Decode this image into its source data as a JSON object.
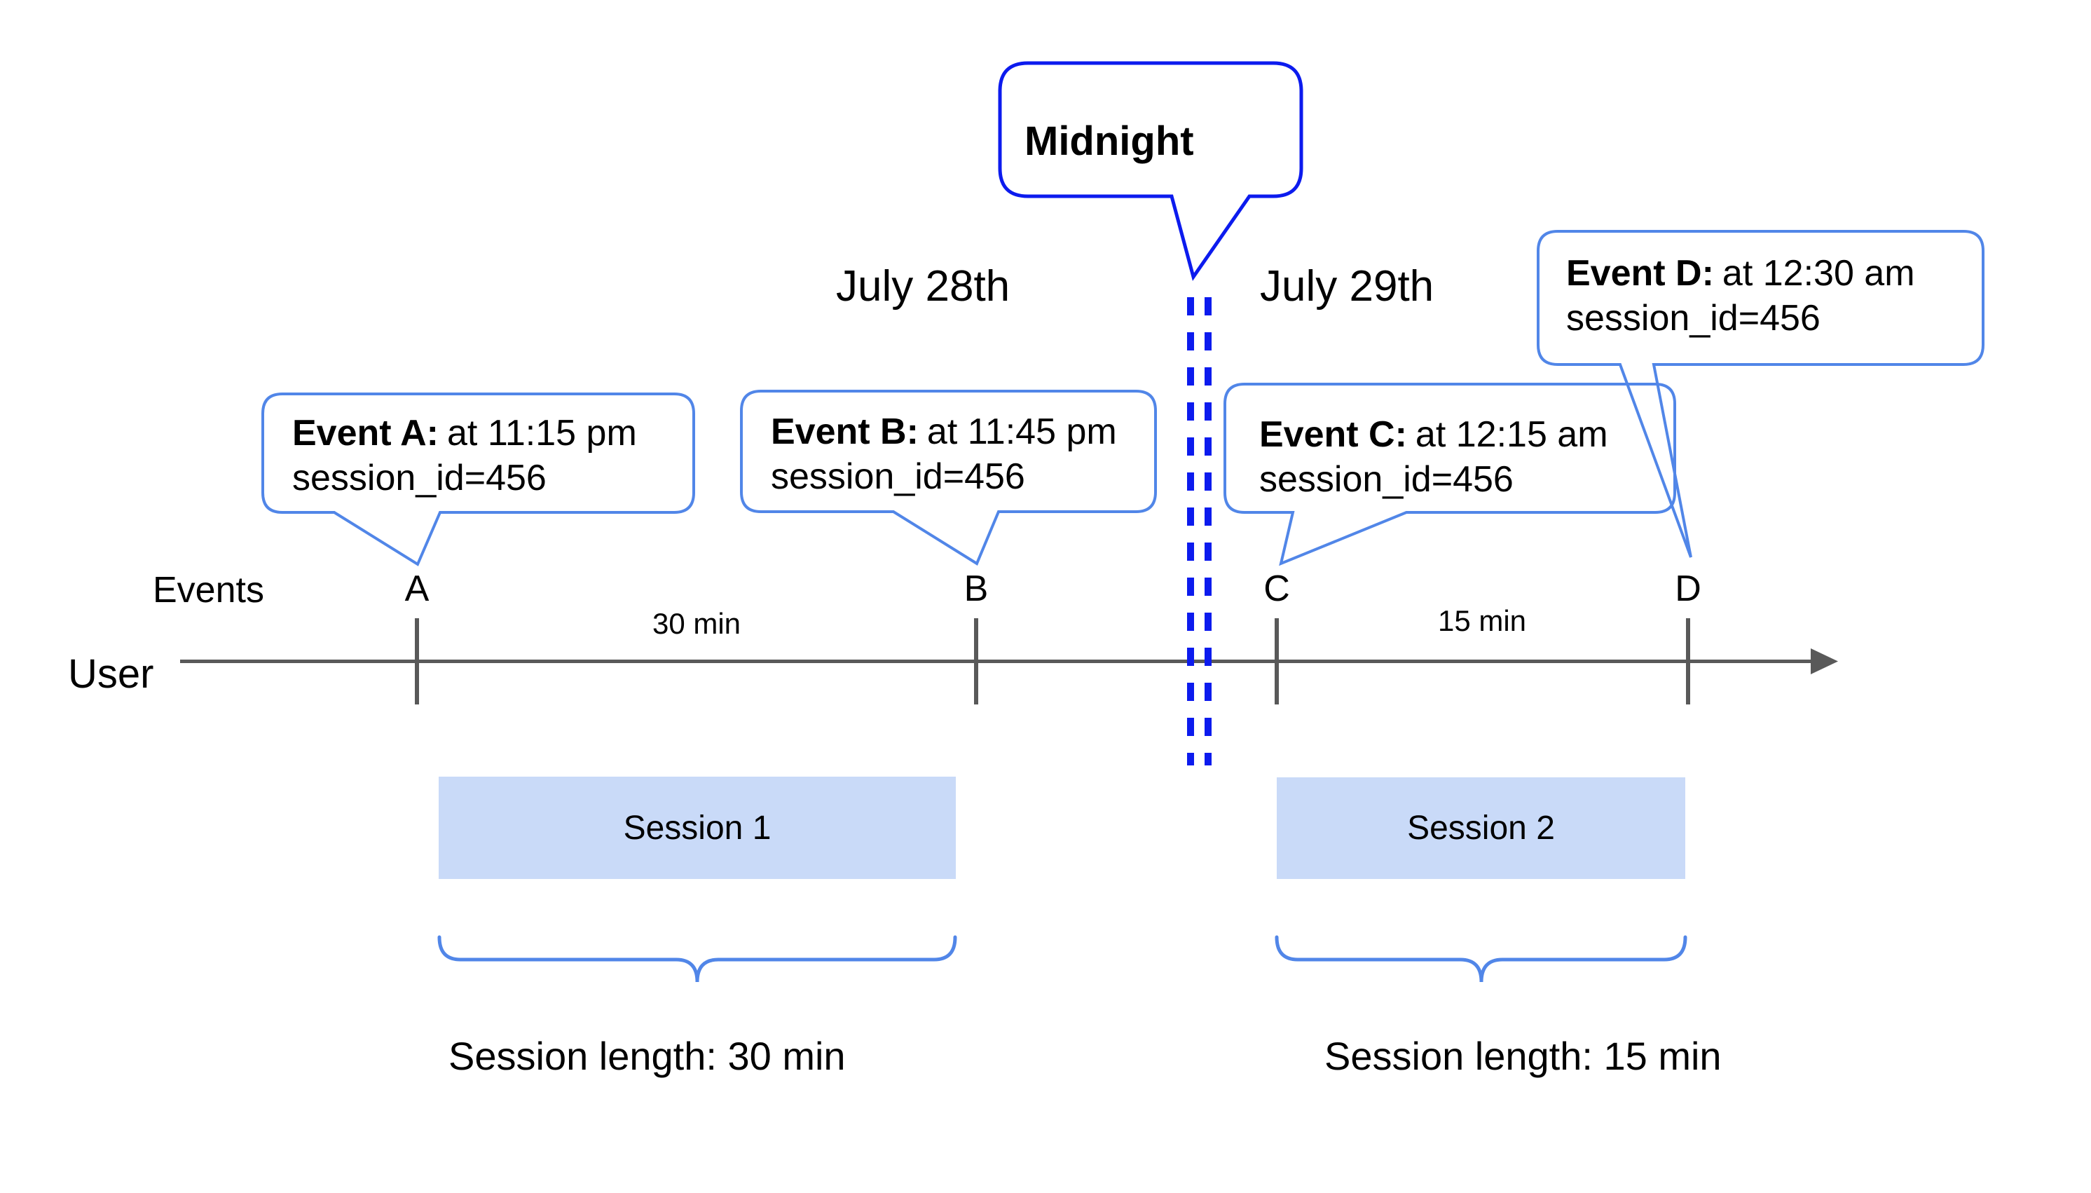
{
  "colors": {
    "accent_blue": "#5186e8",
    "dark_blue": "#0c1bee",
    "session_fill": "#c9daf8",
    "line_gray": "#595959",
    "text": "#000000"
  },
  "midnight_callout": {
    "label": "Midnight"
  },
  "dates": {
    "before": "July 28th",
    "after": "July 29th"
  },
  "event_callouts": [
    {
      "id": "A",
      "title": "Event A:",
      "detail": "at 11:15 pm",
      "session": "session_id=456"
    },
    {
      "id": "B",
      "title": "Event B:",
      "detail": "at 11:45 pm",
      "session": "session_id=456"
    },
    {
      "id": "C",
      "title": "Event C:",
      "detail": "at 12:15 am",
      "session": "session_id=456"
    },
    {
      "id": "D",
      "title": "Event D:",
      "detail": "at 12:30 am",
      "session": "session_id=456"
    }
  ],
  "timeline": {
    "axis_label": "User",
    "events_label": "Events",
    "ticks": [
      "A",
      "B",
      "C",
      "D"
    ],
    "intervals": [
      "30 min",
      "15 min"
    ]
  },
  "sessions": [
    {
      "label": "Session 1",
      "length": "Session length: 30 min"
    },
    {
      "label": "Session 2",
      "length": "Session length: 15 min"
    }
  ]
}
